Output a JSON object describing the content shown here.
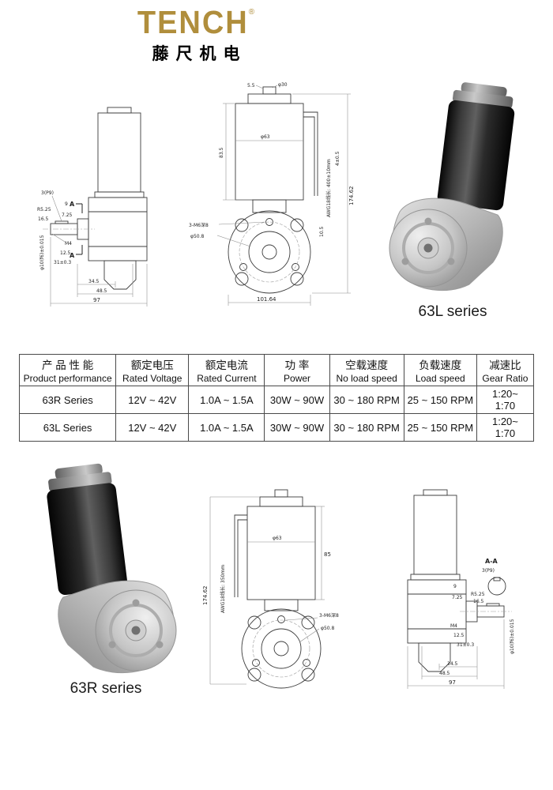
{
  "brand": {
    "name": "TENCH",
    "registered": "®",
    "chinese": "藤尺机电"
  },
  "photos": {
    "l_label": "63L series",
    "r_label": "63R series"
  },
  "spec_table": {
    "headers": [
      {
        "zh": "产 品 性 能",
        "en": "Product performance"
      },
      {
        "zh": "额定电压",
        "en": "Rated Voltage"
      },
      {
        "zh": "额定电流",
        "en": "Rated Current"
      },
      {
        "zh": "功 率",
        "en": "Power"
      },
      {
        "zh": "空载速度",
        "en": "No load speed"
      },
      {
        "zh": "负载速度",
        "en": "Load speed"
      },
      {
        "zh": "减速比",
        "en": "Gear Ratio"
      }
    ],
    "rows": [
      {
        "cells": [
          "63R Series",
          "12V ~ 42V",
          "1.0A ~ 1.5A",
          "30W ~ 90W",
          "30 ~ 180 RPM",
          "25 ~ 150 RPM",
          "1:20~\n1:70"
        ]
      },
      {
        "cells": [
          "63L Series",
          "12V ~ 42V",
          "1.0A ~ 1.5A",
          "30W ~ 90W",
          "30 ~ 180 RPM",
          "25 ~ 150 RPM",
          "1:20~\n1:70"
        ]
      }
    ]
  },
  "drawings": {
    "side": {
      "keyway": "3(P9)",
      "d9": "9",
      "r525": "R5.25",
      "d725": "7.25",
      "d165": "16.5",
      "m4": "M4",
      "shaft_dia": "φ10(f6)±0.015",
      "d125": "12.5",
      "d31": "31±0.3",
      "d345": "34.5",
      "d485": "48.5",
      "d97": "97",
      "section_mark": "A",
      "section_title": "A-A"
    },
    "front_l": {
      "d55": "5.5",
      "dia30": "φ30",
      "dia63": "φ63",
      "d835": "83.5",
      "tap": "3-M6深8",
      "dia508": "φ50.8",
      "d10164": "101.64",
      "d17462": "174.62",
      "d105": "10.5",
      "wire": "AWG18线长: 400±10mm",
      "d4": "4±0.5"
    },
    "front_r": {
      "d85": "85",
      "dia63": "φ63",
      "tap": "3-M6深8",
      "dia508": "φ50.8",
      "d17462": "174.62",
      "wire": "AWG18线长: 350mm"
    }
  },
  "colors": {
    "brand_gold": "#b08e3c",
    "drawing_line": "#3c3c3c"
  }
}
